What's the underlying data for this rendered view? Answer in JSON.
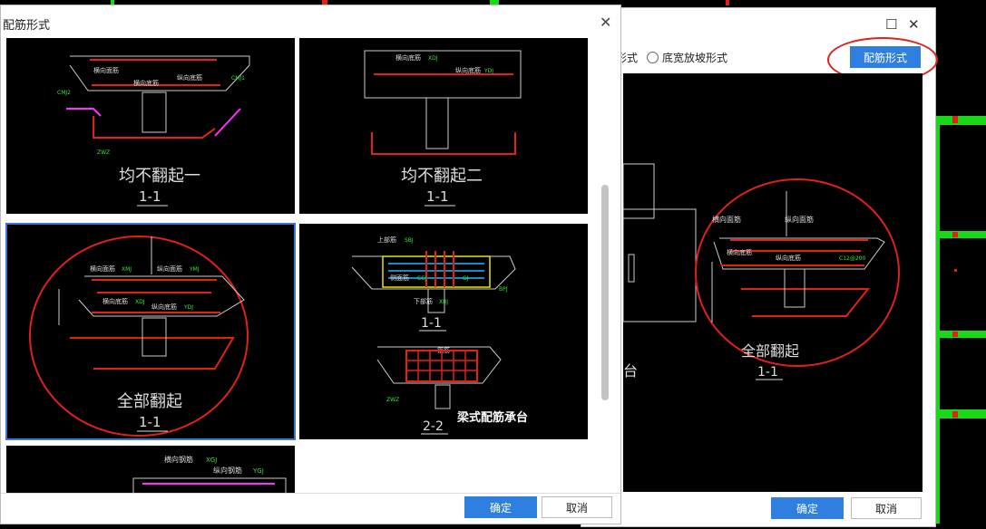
{
  "colors": {
    "cad_green": "#18d818",
    "cad_red": "#e0201a",
    "rebar_magenta": "#ff2fff",
    "accent_blue": "#2f7fe0",
    "label_green": "#35e835"
  },
  "background_dialog": {
    "radio_label_left": "形式",
    "radio_label": "底宽放坡形式",
    "peijin_button": "配筋形式",
    "preview_title": "全部翻起",
    "preview_section": "1-1",
    "preview_left_char": "台",
    "preview_labels": {
      "a": "横向面筋",
      "b": "纵向面筋",
      "c": "横向底筋",
      "d": "纵向底筋",
      "e": "C12@200"
    },
    "ok": "确定",
    "cancel": "取消"
  },
  "main_dialog": {
    "title": "配筋形式",
    "ok": "确定",
    "cancel": "取消",
    "options": [
      {
        "title": "均不翻起一",
        "section": "1-1",
        "l1": "横向面筋",
        "l2": "横向底筋",
        "l3": "纵向底筋",
        "c1": "CMJ2",
        "c2": "CMJ1",
        "c3": "ZWZ"
      },
      {
        "title": "均不翻起二",
        "section": "1-1",
        "l1": "横向底筋",
        "l2": "纵向底筋",
        "c1": "XDJ",
        "c2": "YDJ"
      },
      {
        "title": "全部翻起",
        "section": "1-1",
        "l1": "横向面筋",
        "l2": "纵向面筋",
        "l3": "横向底筋",
        "l4": "纵向底筋",
        "c1": "XMJ",
        "c2": "YMJ",
        "c3": "XDJ",
        "c4": "YDJ"
      },
      {
        "title": "梁式配筋承台",
        "section1": "1-1",
        "section2": "2-2",
        "l1": "上部筋",
        "l2": "侧面筋",
        "l3": "箍筋",
        "l4": "下部筋",
        "c1": "SBJ",
        "c2": "CCJ",
        "c3": "GJ",
        "c4": "XBJ",
        "c5": "BPJ",
        "c6": "ZWZ"
      },
      {
        "l1": "横向钢筋",
        "l2": "纵向钢筋",
        "c1": "XGJ",
        "c2": "YGJ"
      }
    ]
  }
}
